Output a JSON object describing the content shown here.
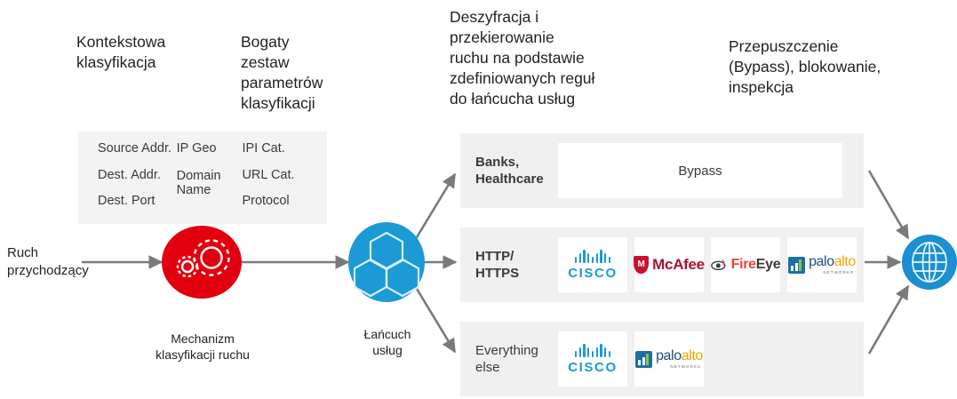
{
  "headers": [
    {
      "id": "contextual-classification",
      "text": "Kontekstowa\nklasyfikacja"
    },
    {
      "id": "rich-parameter-set",
      "text": "Bogaty\nzestaw\nparametrów\nklasyfikacji"
    },
    {
      "id": "decryption-steering",
      "text": "Deszyfracja i\nprzekierowanie\nruchu na podstawie\nzdefiniowanych reguł\ndo łańcucha usług"
    },
    {
      "id": "bypass-block-inspect",
      "text": "Przepuszczenie\n(Bypass), blokowanie,\ninspekcja"
    }
  ],
  "inbound": {
    "label": "Ruch\nprzychodzący"
  },
  "params_panel": {
    "columns": [
      {
        "items": [
          "Source Addr.",
          "Dest. Addr.",
          "Dest. Port"
        ]
      },
      {
        "items": [
          "IP Geo",
          "Domain\nName"
        ]
      },
      {
        "items": [
          "IPI Cat.",
          "URL Cat.",
          "Protocol"
        ]
      }
    ]
  },
  "nodes": {
    "classifier": {
      "caption": "Mechanizm\nklasyfikacji ruchu",
      "color": "#e2000f",
      "icon": "gears-icon"
    },
    "service_chain": {
      "caption": "Łańcuch\nusług",
      "color": "#1b9ad6",
      "icon": "hexagons-icon"
    },
    "internet": {
      "color": "#1b8fd0",
      "icon": "globe-icon"
    }
  },
  "service_rows": [
    {
      "id": "banks-healthcare",
      "label": "Banks,\nHealthcare",
      "bypass_label": "Bypass",
      "logos": []
    },
    {
      "id": "http-https",
      "label": "HTTP/\nHTTPS",
      "bypass_label": null,
      "logos": [
        {
          "id": "cisco",
          "name": "CISCO"
        },
        {
          "id": "mcafee",
          "name": "McAfee"
        },
        {
          "id": "fireeye",
          "name": "FireEye",
          "part1": "Fire",
          "part2": "Eye"
        },
        {
          "id": "paloalto",
          "name": "paloalto",
          "part1": "palo",
          "part2": "alto",
          "sub": "NETWORKS"
        }
      ]
    },
    {
      "id": "everything-else",
      "label": "Everything\nelse",
      "bypass_label": null,
      "logos": [
        {
          "id": "cisco",
          "name": "CISCO"
        },
        {
          "id": "paloalto",
          "name": "paloalto",
          "part1": "palo",
          "part2": "alto",
          "sub": "NETWORKS"
        }
      ]
    }
  ],
  "colors": {
    "panel_bg": "#f3f3f3",
    "row_bg": "#f0f0f0",
    "arrow": "#7a7a7a",
    "red": "#e2000f",
    "blue": "#1b9ad6",
    "cisco_blue": "#1b9ad6",
    "mcafee_red": "#b01030",
    "fireeye_red": "#e8443a",
    "paloalto_blue": "#1b4e7a",
    "paloalto_orange": "#f0a500"
  }
}
